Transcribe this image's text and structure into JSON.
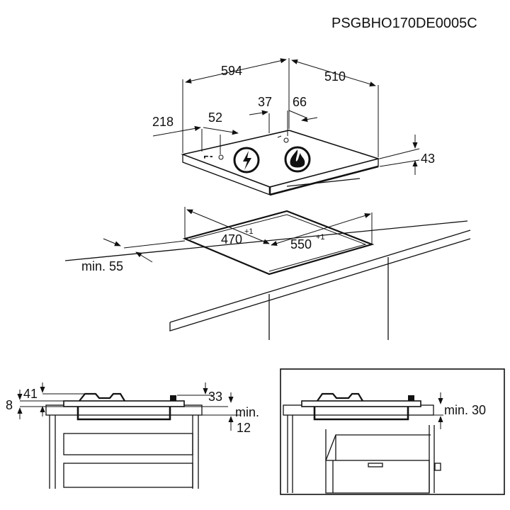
{
  "document": {
    "code": "PSGBHO170DE0005C"
  },
  "hob_dimensions": {
    "width": "594",
    "depth": "510",
    "dim_218": "218",
    "dim_52": "52",
    "dim_37": "37",
    "dim_66": "66",
    "height": "43"
  },
  "cutout": {
    "depth": "470",
    "depth_tol": "+1",
    "width": "550",
    "width_tol": "+1",
    "edge_min": "min. 55"
  },
  "side_view_left": {
    "dim_41": "41",
    "dim_8": "8",
    "dim_33": "33",
    "min_label": "min.",
    "min_value": "12"
  },
  "side_view_right": {
    "min_30": "min. 30"
  },
  "icons": [
    "lightning-icon",
    "flame-icon"
  ]
}
